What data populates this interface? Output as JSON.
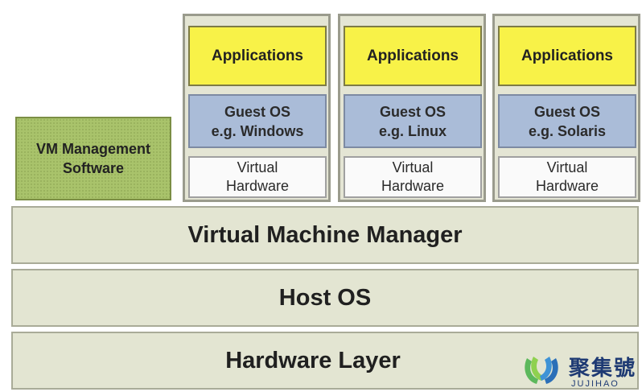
{
  "management": {
    "label": "VM Management Software"
  },
  "vms": [
    {
      "applications": "Applications",
      "guest_os": "Guest OS",
      "guest_example": "e.g. Windows",
      "virtual_hardware": "Virtual Hardware"
    },
    {
      "applications": "Applications",
      "guest_os": "Guest OS",
      "guest_example": "e.g. Linux",
      "virtual_hardware": "Virtual Hardware"
    },
    {
      "applications": "Applications",
      "guest_os": "Guest OS",
      "guest_example": "e.g. Solaris",
      "virtual_hardware": "Virtual Hardware"
    }
  ],
  "layers": {
    "vmm": "Virtual Machine Manager",
    "host_os": "Host OS",
    "hardware": "Hardware Layer"
  },
  "watermark": {
    "chinese": "聚集號",
    "latin": "JUJIHAO"
  },
  "colors": {
    "applications": "#f8f248",
    "guest_os": "#aabcd8",
    "virtual_hardware": "#fafafa",
    "management": "#a9c36b",
    "layer": "#e3e5d2",
    "logo_green": "#5cb85c",
    "logo_blue": "#2a6fb8"
  }
}
